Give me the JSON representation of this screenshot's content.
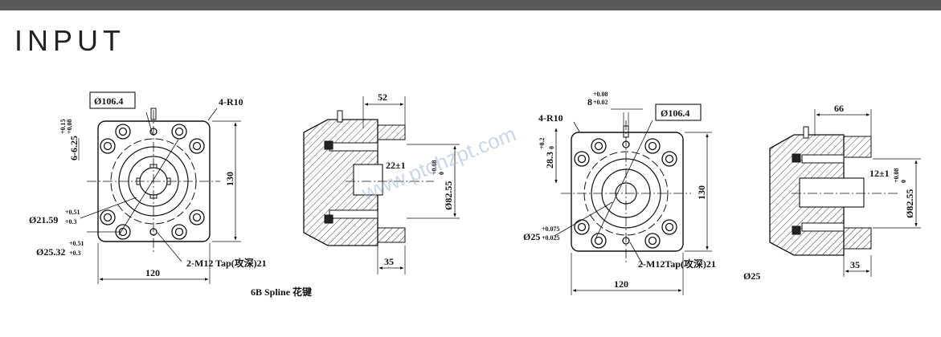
{
  "header": {
    "title": "INPUT"
  },
  "watermark": "www.ptohzpt.com",
  "left_front": {
    "pcd": "Ø106.4",
    "corner_radius": "4-R10",
    "key_dim": "6-6.25",
    "key_tol_upper": "+0.15",
    "key_tol_lower": "+0.08",
    "height": "130",
    "width": "120",
    "bore_small": "Ø21.59",
    "bore_small_tol_upper": "+0.51",
    "bore_small_tol_lower": "+0.3",
    "bore_large": "Ø25.32",
    "bore_large_tol_upper": "+0.51",
    "bore_large_tol_lower": "+0.3",
    "tap": "2-M12 Tap(攻深)21",
    "caption": "6B Spline 花键"
  },
  "left_side": {
    "depth": "52",
    "shaft_len": "22±1",
    "pilot_dia": "Ø82.55",
    "pilot_tol_upper": "+0.08",
    "pilot_tol_lower": "0",
    "flange": "35"
  },
  "right_front": {
    "key_width": "8",
    "key_tol_upper": "+0.08",
    "key_tol_lower": "+0.02",
    "corner_radius": "4-R10",
    "pcd": "Ø106.4",
    "key_height": "28.3",
    "key_height_tol_upper": "+0.2",
    "key_height_tol_lower": "0",
    "height": "130",
    "bore": "Ø25",
    "bore_tol_upper": "+0.075",
    "bore_tol_lower": "+0.025",
    "tap": "2-M12Tap(攻深)21",
    "width": "120",
    "caption": "Ø25"
  },
  "right_side": {
    "depth": "66",
    "shaft_len": "12±1",
    "pilot_dia": "Ø82.55",
    "pilot_tol_upper": "+0.08",
    "pilot_tol_lower": "0",
    "flange": "35"
  }
}
